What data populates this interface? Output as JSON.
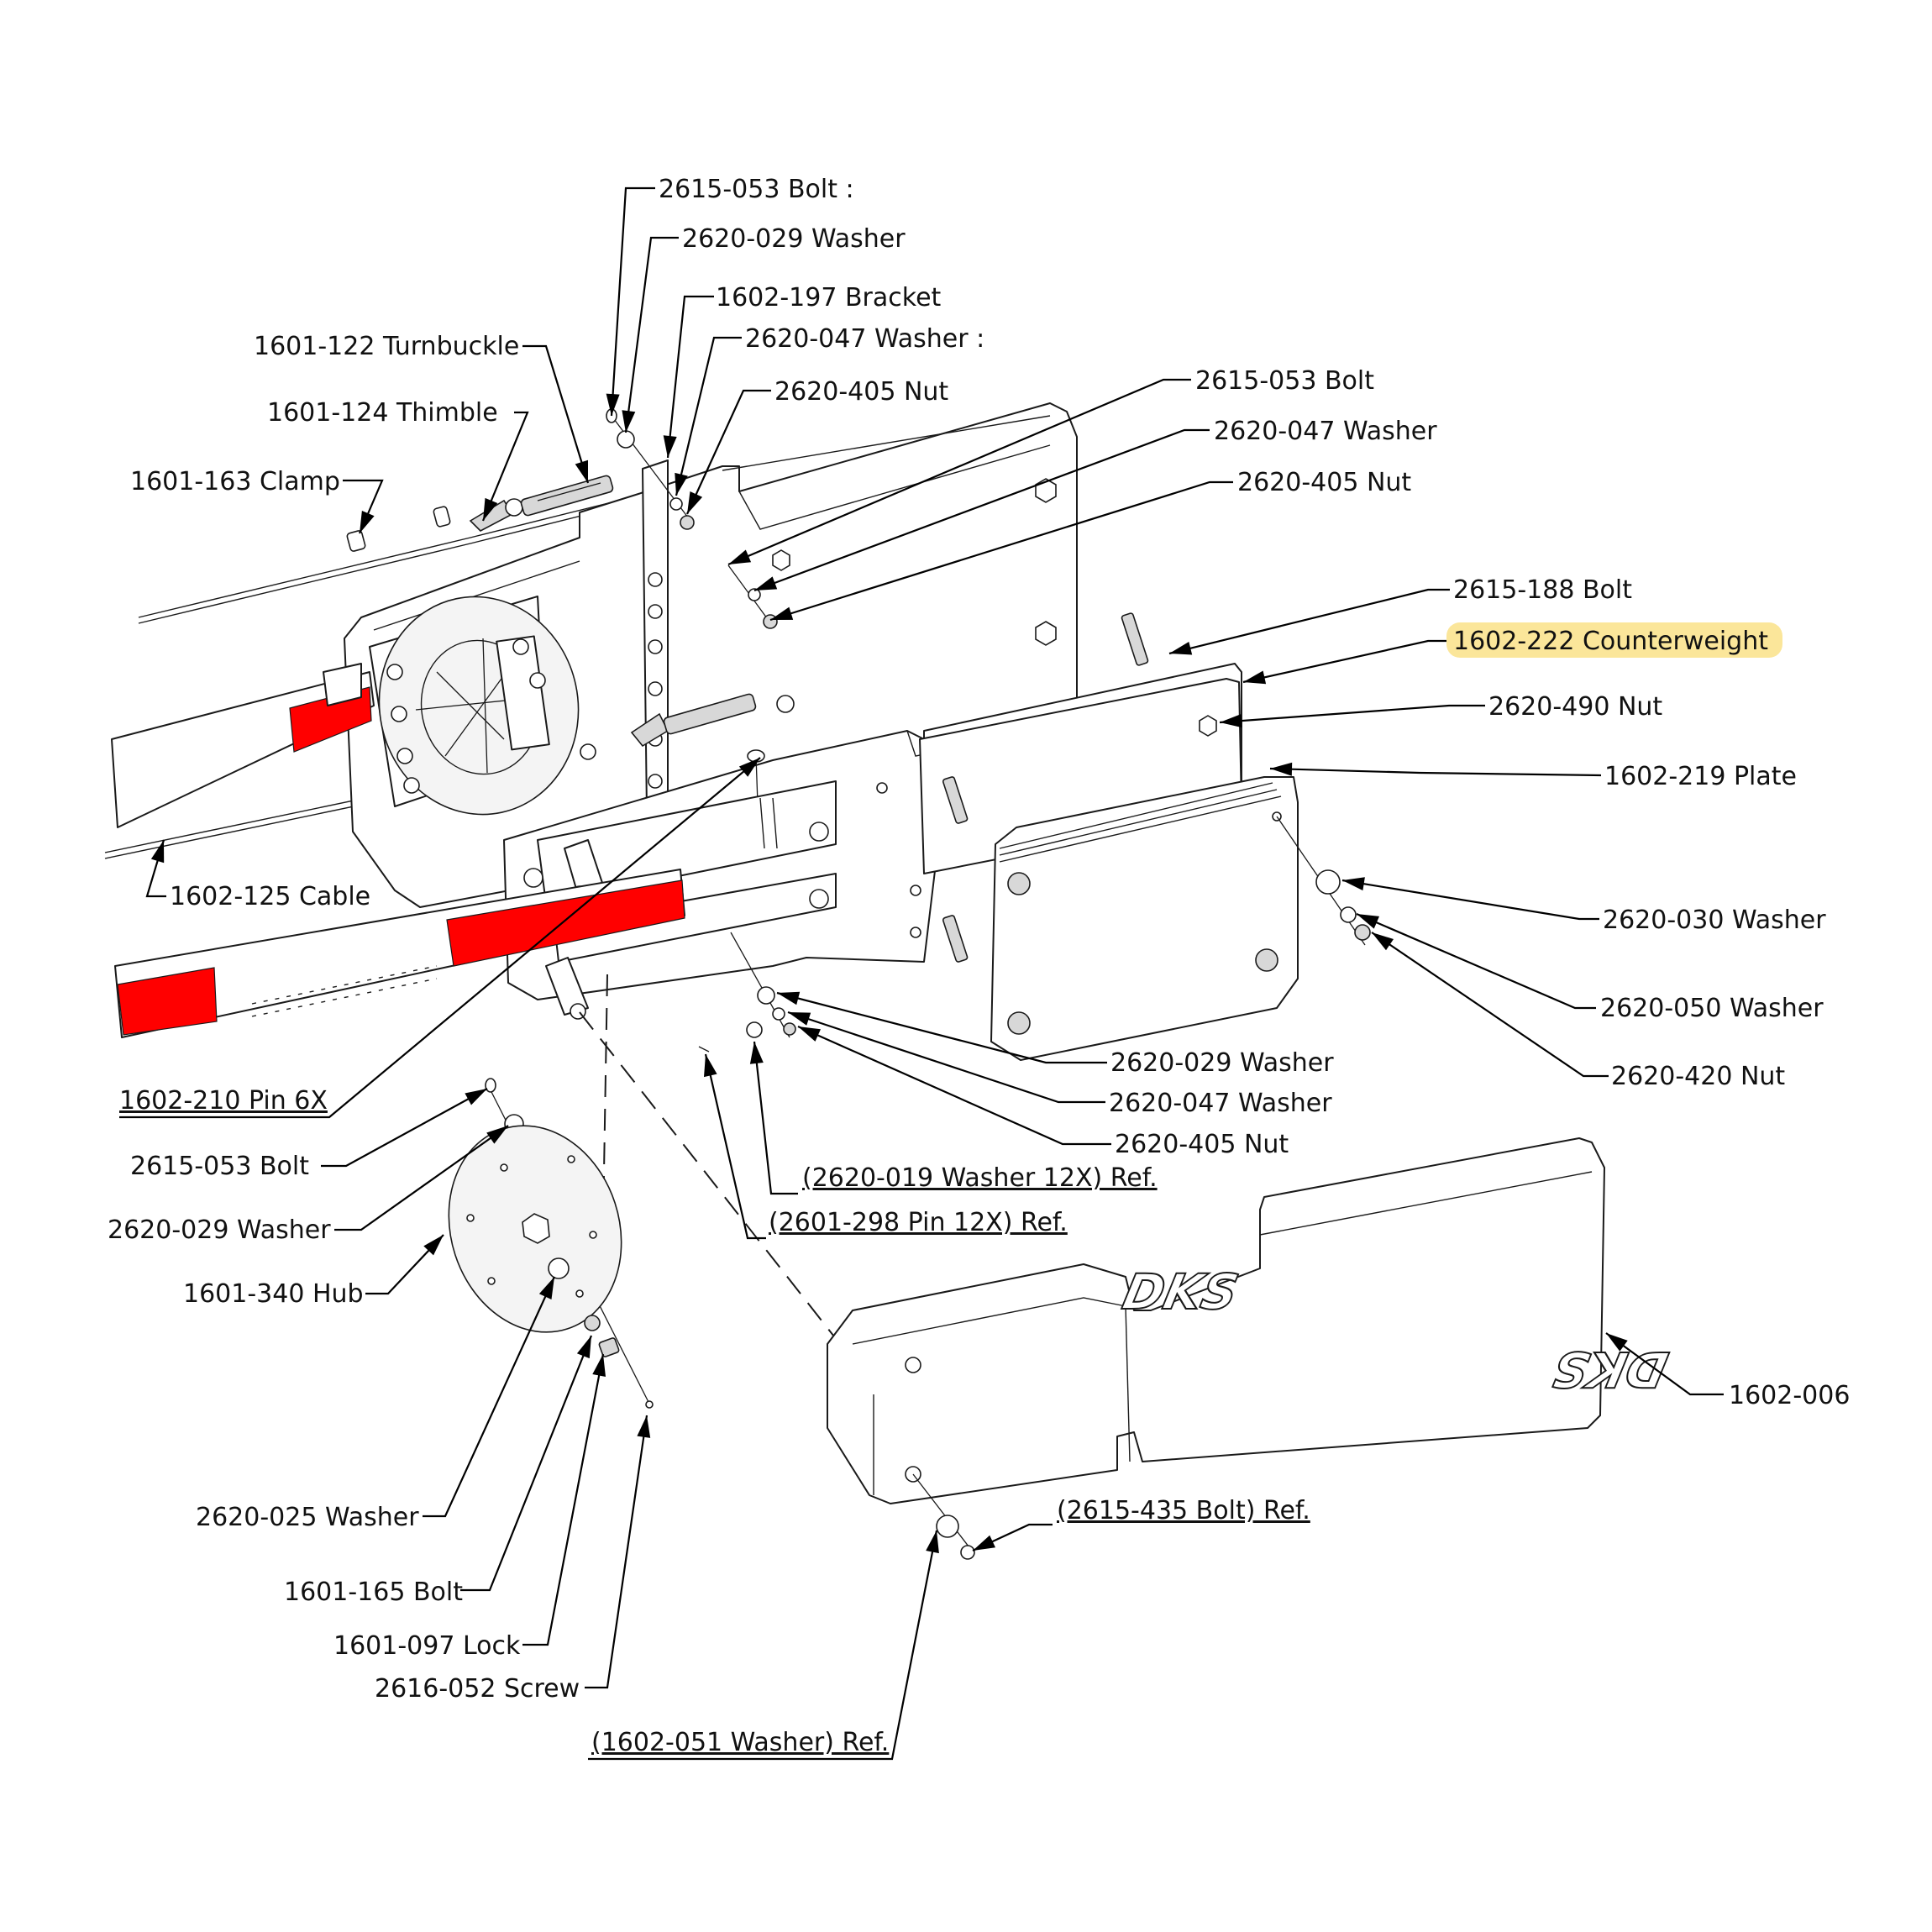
{
  "diagram": {
    "title": "Exploded parts diagram - barrier gate arm counterweight assembly",
    "highlight_color": "#fbe69a",
    "stripe_color": "#ff0000",
    "cover_logo_text": "DKS"
  },
  "callouts": [
    {
      "id": "c1",
      "part": "2615-053",
      "name": "Bolt",
      "label": "2615-053 Bolt :",
      "ref": false,
      "highlighted": false
    },
    {
      "id": "c2",
      "part": "2620-029",
      "name": "Washer",
      "label": "2620-029 Washer",
      "ref": false,
      "highlighted": false
    },
    {
      "id": "c3",
      "part": "1602-197",
      "name": "Bracket",
      "label": "1602-197 Bracket",
      "ref": false,
      "highlighted": false
    },
    {
      "id": "c4",
      "part": "2620-047",
      "name": "Washer",
      "label": "2620-047 Washer :",
      "ref": false,
      "highlighted": false
    },
    {
      "id": "c5",
      "part": "2620-405",
      "name": "Nut",
      "label": "2620-405 Nut",
      "ref": false,
      "highlighted": false
    },
    {
      "id": "c6",
      "part": "1601-122",
      "name": "Turnbuckle",
      "label": "1601-122 Turnbuckle",
      "ref": false,
      "highlighted": false
    },
    {
      "id": "c7",
      "part": "1601-124",
      "name": "Thimble",
      "label": "1601-124 Thimble",
      "ref": false,
      "highlighted": false
    },
    {
      "id": "c8",
      "part": "1601-163",
      "name": "Clamp",
      "label": "1601-163 Clamp",
      "ref": false,
      "highlighted": false
    },
    {
      "id": "c9",
      "part": "2615-053",
      "name": "Bolt",
      "label": "2615-053 Bolt",
      "ref": false,
      "highlighted": false
    },
    {
      "id": "c10",
      "part": "2620-047",
      "name": "Washer",
      "label": "2620-047 Washer",
      "ref": false,
      "highlighted": false
    },
    {
      "id": "c11",
      "part": "2620-405",
      "name": "Nut",
      "label": "2620-405 Nut",
      "ref": false,
      "highlighted": false
    },
    {
      "id": "c12",
      "part": "2615-188",
      "name": "Bolt",
      "label": "2615-188 Bolt",
      "ref": false,
      "highlighted": false
    },
    {
      "id": "c13",
      "part": "1602-222",
      "name": "Counterweight",
      "label": "1602-222 Counterweight",
      "ref": false,
      "highlighted": true
    },
    {
      "id": "c14",
      "part": "2620-490",
      "name": "Nut",
      "label": "2620-490 Nut",
      "ref": false,
      "highlighted": false
    },
    {
      "id": "c15",
      "part": "1602-219",
      "name": "Plate",
      "label": "1602-219 Plate",
      "ref": false,
      "highlighted": false
    },
    {
      "id": "c16",
      "part": "1602-125",
      "name": "Cable",
      "label": "1602-125 Cable",
      "ref": false,
      "highlighted": false
    },
    {
      "id": "c17",
      "part": "2620-030",
      "name": "Washer",
      "label": "2620-030 Washer",
      "ref": false,
      "highlighted": false
    },
    {
      "id": "c18",
      "part": "2620-050",
      "name": "Washer",
      "label": "2620-050 Washer",
      "ref": false,
      "highlighted": false
    },
    {
      "id": "c19",
      "part": "2620-420",
      "name": "Nut",
      "label": "2620-420 Nut",
      "ref": false,
      "highlighted": false
    },
    {
      "id": "c20",
      "part": "1602-210",
      "name": "Pin",
      "label": "1602-210 Pin  6X",
      "ref": true,
      "highlighted": false
    },
    {
      "id": "c21",
      "part": "2620-029",
      "name": "Washer",
      "label": "2620-029 Washer",
      "ref": false,
      "highlighted": false
    },
    {
      "id": "c22",
      "part": "2620-047",
      "name": "Washer",
      "label": "2620-047 Washer",
      "ref": false,
      "highlighted": false
    },
    {
      "id": "c23",
      "part": "2620-405",
      "name": "Nut",
      "label": "2620-405 Nut",
      "ref": false,
      "highlighted": false
    },
    {
      "id": "c24",
      "part": "2615-053",
      "name": "Bolt",
      "label": "2615-053 Bolt",
      "ref": false,
      "highlighted": false
    },
    {
      "id": "c25",
      "part": "2620-029",
      "name": "Washer",
      "label": "2620-029 Washer",
      "ref": false,
      "highlighted": false
    },
    {
      "id": "c26",
      "part": "2620-019",
      "name": "Washer",
      "label": "(2620-019 Washer 12X) Ref.",
      "ref": true,
      "highlighted": false
    },
    {
      "id": "c27",
      "part": "2601-298",
      "name": "Pin",
      "label": "(2601-298 Pin 12X) Ref.",
      "ref": true,
      "highlighted": false
    },
    {
      "id": "c28",
      "part": "1601-340",
      "name": "Hub",
      "label": "1601-340 Hub",
      "ref": false,
      "highlighted": false
    },
    {
      "id": "c29",
      "part": "1602-006",
      "name": "Cover",
      "label": "1602-006",
      "ref": false,
      "highlighted": false
    },
    {
      "id": "c30",
      "part": "2620-025",
      "name": "Washer",
      "label": "2620-025 Washer",
      "ref": false,
      "highlighted": false
    },
    {
      "id": "c31",
      "part": "2615-435",
      "name": "Bolt",
      "label": "(2615-435 Bolt) Ref.",
      "ref": true,
      "highlighted": false
    },
    {
      "id": "c32",
      "part": "1601-165",
      "name": "Bolt",
      "label": "1601-165 Bolt",
      "ref": false,
      "highlighted": false
    },
    {
      "id": "c33",
      "part": "1601-097",
      "name": "Lock",
      "label": "1601-097 Lock",
      "ref": false,
      "highlighted": false
    },
    {
      "id": "c34",
      "part": "2616-052",
      "name": "Screw",
      "label": "2616-052 Screw",
      "ref": false,
      "highlighted": false
    },
    {
      "id": "c35",
      "part": "1602-051",
      "name": "Washer",
      "label": "(1602-051 Washer) Ref.",
      "ref": true,
      "highlighted": false
    }
  ]
}
